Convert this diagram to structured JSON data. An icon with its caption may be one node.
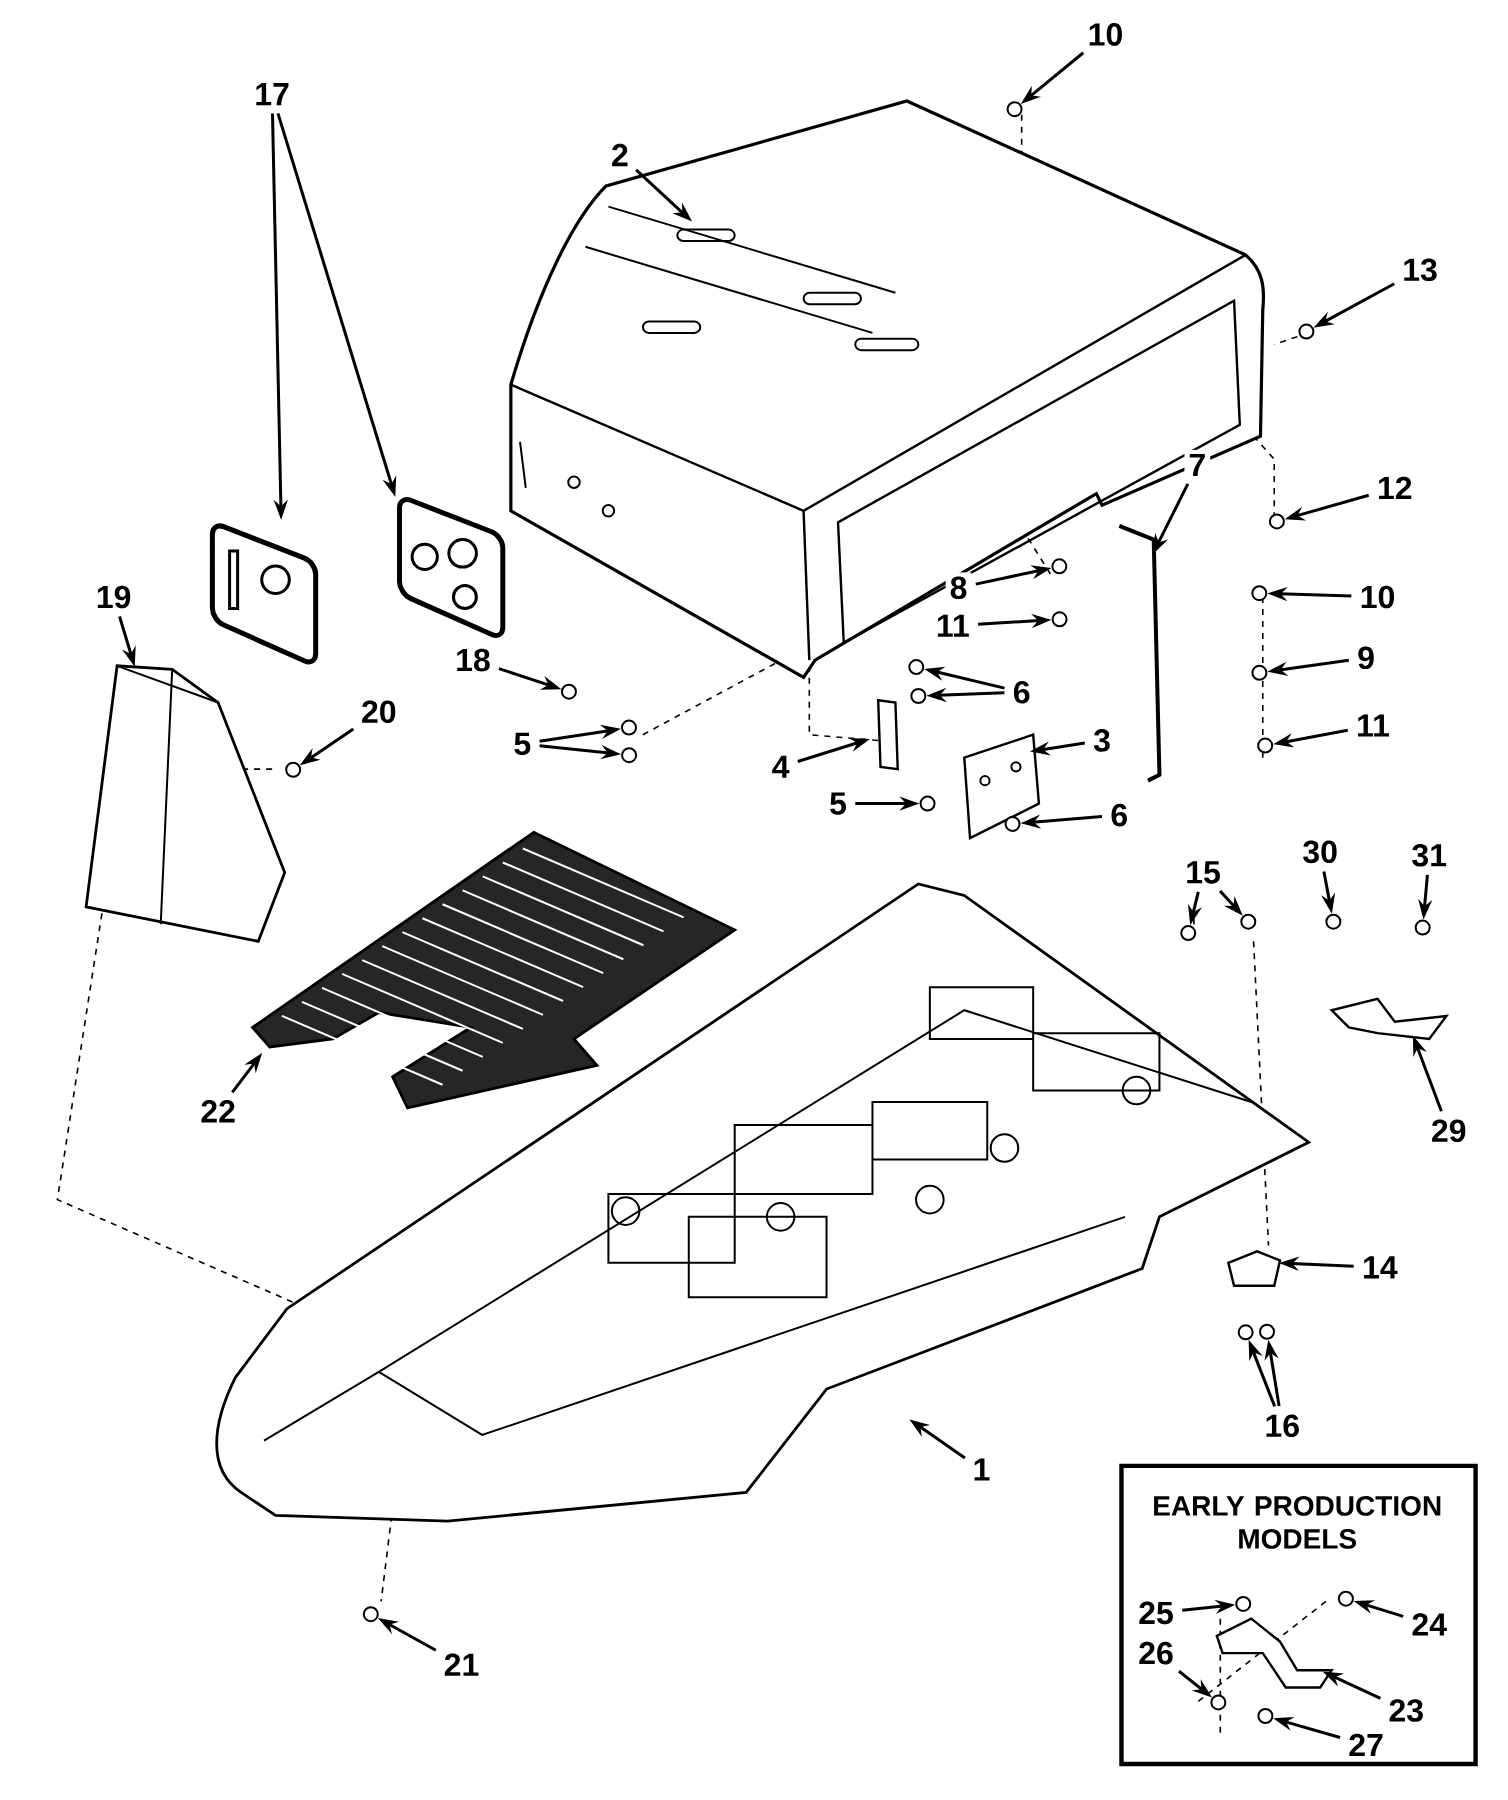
{
  "diagram": {
    "nodes": [
      {
        "text": [
          "10"
        ]
      },
      {
        "text": [
          "2"
        ]
      },
      {
        "text": [
          "13"
        ]
      },
      {
        "text": [
          "17"
        ]
      },
      {
        "text": [
          "12"
        ]
      },
      {
        "text": [
          "7"
        ]
      },
      {
        "text": [
          "19"
        ]
      },
      {
        "text": [
          "8"
        ]
      },
      {
        "text": [
          "10"
        ]
      },
      {
        "text": [
          "11"
        ]
      },
      {
        "text": [
          "9"
        ]
      },
      {
        "text": [
          "18"
        ]
      },
      {
        "text": [
          "6"
        ]
      },
      {
        "text": [
          "20"
        ]
      },
      {
        "text": [
          "11"
        ]
      },
      {
        "text": [
          "5"
        ]
      },
      {
        "text": [
          "3"
        ]
      },
      {
        "text": [
          "4"
        ]
      },
      {
        "text": [
          "5"
        ]
      },
      {
        "text": [
          "6"
        ]
      },
      {
        "text": [
          "30"
        ]
      },
      {
        "text": [
          "31"
        ]
      },
      {
        "text": [
          "15"
        ]
      },
      {
        "text": [
          "22"
        ]
      },
      {
        "text": [
          "29"
        ]
      },
      {
        "text": [
          "14"
        ]
      },
      {
        "text": [
          "16"
        ]
      },
      {
        "text": [
          "1"
        ]
      },
      {
        "text": [
          "21"
        ]
      },
      {
        "text": [
          "EARLY PRODUCTION MODELS"
        ]
      },
      {
        "text": [
          "25"
        ],
        "in": 29
      },
      {
        "text": [
          "24"
        ],
        "in": 29
      },
      {
        "text": [
          "26"
        ],
        "in": 29
      },
      {
        "text": [
          "23"
        ],
        "in": 29
      },
      {
        "text": [
          "27"
        ],
        "in": 29
      },
      {
        "text": [],
        "shape": "circle"
      },
      {
        "text": [],
        "shape": "picture"
      },
      {
        "text": [],
        "shape": "circle"
      },
      {
        "text": [],
        "shape": "picture"
      },
      {
        "text": [],
        "shape": "picture"
      },
      {
        "text": [],
        "shape": "circle"
      },
      {
        "text": [],
        "shape": "picture"
      },
      {
        "text": [],
        "shape": "picture"
      },
      {
        "text": [],
        "shape": "circle"
      },
      {
        "text": [],
        "shape": "circle"
      },
      {
        "text": [],
        "shape": "circle"
      },
      {
        "text": [],
        "shape": "circle"
      },
      {
        "text": [],
        "shape": "circle"
      },
      {
        "text": [],
        "shape": "circle"
      },
      {
        "text": [],
        "shape": "circle"
      },
      {
        "text": [],
        "shape": "circle"
      },
      {
        "text": [],
        "shape": "circle"
      },
      {
        "text": [],
        "shape": "circle"
      },
      {
        "text": [],
        "shape": "circle"
      },
      {
        "text": [],
        "shape": "picture"
      },
      {
        "text": [],
        "shape": "box"
      },
      {
        "text": [],
        "shape": "circle"
      },
      {
        "text": [],
        "shape": "circle"
      },
      {
        "text": [],
        "shape": "circle"
      },
      {
        "text": [],
        "shape": "circle"
      },
      {
        "text": [],
        "shape": "circle"
      },
      {
        "text": [],
        "shape": "circle"
      },
      {
        "text": [],
        "shape": "picture"
      },
      {
        "text": [],
        "shape": "picture"
      },
      {
        "text": [],
        "shape": "box"
      },
      {
        "text": [],
        "shape": "circle"
      },
      {
        "text": [],
        "shape": "circle"
      },
      {
        "text": [],
        "shape": "picture"
      },
      {
        "text": [],
        "shape": "circle"
      },
      {
        "text": [],
        "shape": "circle",
        "in": 29
      },
      {
        "text": [],
        "shape": "circle",
        "in": 29
      },
      {
        "text": [],
        "shape": "circle",
        "in": 29
      },
      {
        "text": [],
        "shape": "picture",
        "in": 29
      },
      {
        "text": [],
        "shape": "circle",
        "in": 29
      }
    ],
    "edges": [
      {
        "from": 0,
        "to": 35,
        "arrow": "to"
      },
      {
        "from": 1,
        "to": 36,
        "arrow": "to"
      },
      {
        "from": 2,
        "to": 37,
        "arrow": "to"
      },
      {
        "from": 3,
        "to": 38,
        "arrow": "to"
      },
      {
        "from": 3,
        "to": 39,
        "arrow": "to"
      },
      {
        "from": 4,
        "to": 40,
        "arrow": "to"
      },
      {
        "from": 5,
        "to": 41,
        "arrow": "to"
      },
      {
        "from": 6,
        "to": 42,
        "arrow": "to"
      },
      {
        "from": 7,
        "to": 43,
        "arrow": "to"
      },
      {
        "from": 8,
        "to": 44,
        "arrow": "to"
      },
      {
        "from": 9,
        "to": 45,
        "arrow": "to"
      },
      {
        "from": 10,
        "to": 46,
        "arrow": "to"
      },
      {
        "from": 11,
        "to": 47,
        "arrow": "to"
      },
      {
        "from": 12,
        "to": 48,
        "arrow": "to"
      },
      {
        "from": 12,
        "to": 49,
        "arrow": "to"
      },
      {
        "from": 13,
        "to": 50,
        "arrow": "to"
      },
      {
        "from": 14,
        "to": 51,
        "arrow": "to"
      },
      {
        "from": 15,
        "to": 52,
        "arrow": "to"
      },
      {
        "from": 15,
        "to": 53,
        "arrow": "to"
      },
      {
        "from": 16,
        "to": 54,
        "arrow": "to"
      },
      {
        "from": 17,
        "to": 55,
        "arrow": "to"
      },
      {
        "from": 18,
        "to": 56,
        "arrow": "to"
      },
      {
        "from": 19,
        "to": 57,
        "arrow": "to"
      },
      {
        "from": 20,
        "to": 58,
        "arrow": "to"
      },
      {
        "from": 21,
        "to": 59,
        "arrow": "to"
      },
      {
        "from": 22,
        "to": 60,
        "arrow": "to"
      },
      {
        "from": 22,
        "to": 61,
        "arrow": "to"
      },
      {
        "from": 23,
        "to": 62,
        "arrow": "to"
      },
      {
        "from": 24,
        "to": 63,
        "arrow": "to"
      },
      {
        "from": 25,
        "to": 64,
        "arrow": "to"
      },
      {
        "from": 26,
        "to": 65,
        "arrow": "to"
      },
      {
        "from": 26,
        "to": 66,
        "arrow": "to"
      },
      {
        "from": 27,
        "to": 67,
        "arrow": "to"
      },
      {
        "from": 28,
        "to": 68,
        "arrow": "to"
      },
      {
        "from": 30,
        "to": 69,
        "arrow": "to"
      },
      {
        "from": 31,
        "to": 70,
        "arrow": "to"
      },
      {
        "from": 32,
        "to": 71,
        "arrow": "to"
      },
      {
        "from": 33,
        "to": 72,
        "arrow": "to"
      },
      {
        "from": 34,
        "to": 73,
        "arrow": "to"
      }
    ]
  }
}
